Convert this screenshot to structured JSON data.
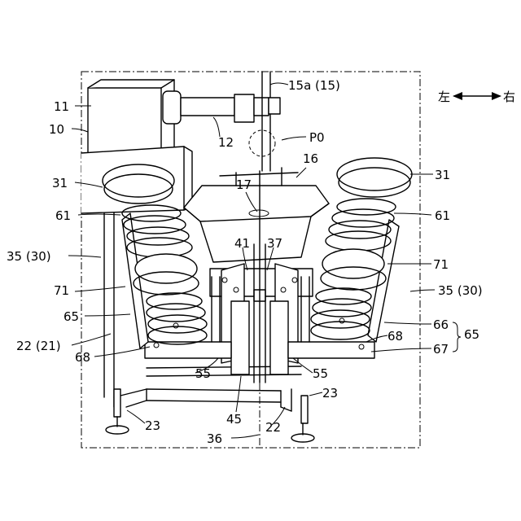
{
  "direction": {
    "left": "左",
    "right": "右"
  },
  "labels": {
    "l11": "11",
    "l10": "10",
    "l12": "12",
    "l15a": "15a (15)",
    "lP0": "P0",
    "l16": "16",
    "l17": "17",
    "l31L": "31",
    "l31R": "31",
    "l61L": "61",
    "l61R": "61",
    "l35L": "35 (30)",
    "l35R": "35 (30)",
    "l41": "41",
    "l37": "37",
    "l71L": "71",
    "l71R": "71",
    "l65L": "65",
    "l65R": "65",
    "l66": "66",
    "l67": "67",
    "l22a": "22 (21)",
    "l22b": "22",
    "l68L": "68",
    "l68R": "68",
    "l55L": "55",
    "l55R": "55",
    "l45": "45",
    "l23L": "23",
    "l23R": "23",
    "l36": "36"
  }
}
